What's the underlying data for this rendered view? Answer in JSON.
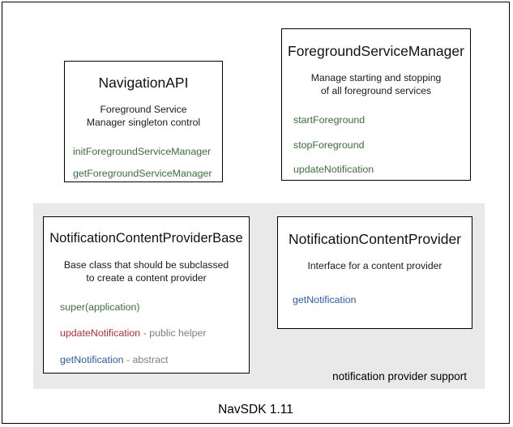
{
  "diagram": {
    "footer_caption": "NavSDK 1.11",
    "group_panel": {
      "label": "notification provider support",
      "background_color": "#e9e9e9"
    },
    "colors": {
      "green": "#3a7038",
      "red": "#c5292f",
      "blue": "#2a5cb0",
      "note_gray": "#7f7f7f",
      "border": "#000000",
      "background": "#ffffff"
    },
    "boxes": [
      {
        "id": "navigation-api",
        "title": "NavigationAPI",
        "description": "Foreground Service\nManager singleton control",
        "description_lines": [
          "Foreground Service",
          "Manager singleton control"
        ],
        "members": [
          {
            "name": "initForegroundServiceManager",
            "color": "green",
            "note": ""
          },
          {
            "name": "getForegroundServiceManager",
            "color": "green",
            "note": ""
          }
        ]
      },
      {
        "id": "foreground-service-manager",
        "title": "ForegroundServiceManager",
        "description": "Manage starting and stopping\nof all foreground services",
        "description_lines": [
          "Manage starting and stopping",
          "of all foreground services"
        ],
        "members": [
          {
            "name": "startForeground",
            "color": "green",
            "note": ""
          },
          {
            "name": "stopForeground",
            "color": "green",
            "note": ""
          },
          {
            "name": "updateNotification",
            "color": "green",
            "note": ""
          }
        ]
      },
      {
        "id": "notification-content-provider-base",
        "title": "NotificationContentProviderBase",
        "description": "Base class that should be subclassed\nto create a content provider",
        "description_lines": [
          "Base class that should be subclassed",
          "to create a content provider"
        ],
        "members": [
          {
            "name": "super(application)",
            "color": "green",
            "note": ""
          },
          {
            "name": "updateNotification",
            "color": "red",
            "note": " - public helper"
          },
          {
            "name": "getNotification",
            "color": "blue",
            "note": " - abstract"
          }
        ]
      },
      {
        "id": "notification-content-provider",
        "title": "NotificationContentProvider",
        "description": "Interface for a content provider",
        "description_lines": [
          "Interface for a content provider"
        ],
        "members": [
          {
            "name": "getNotification",
            "color": "blue",
            "note": ""
          }
        ]
      }
    ]
  }
}
